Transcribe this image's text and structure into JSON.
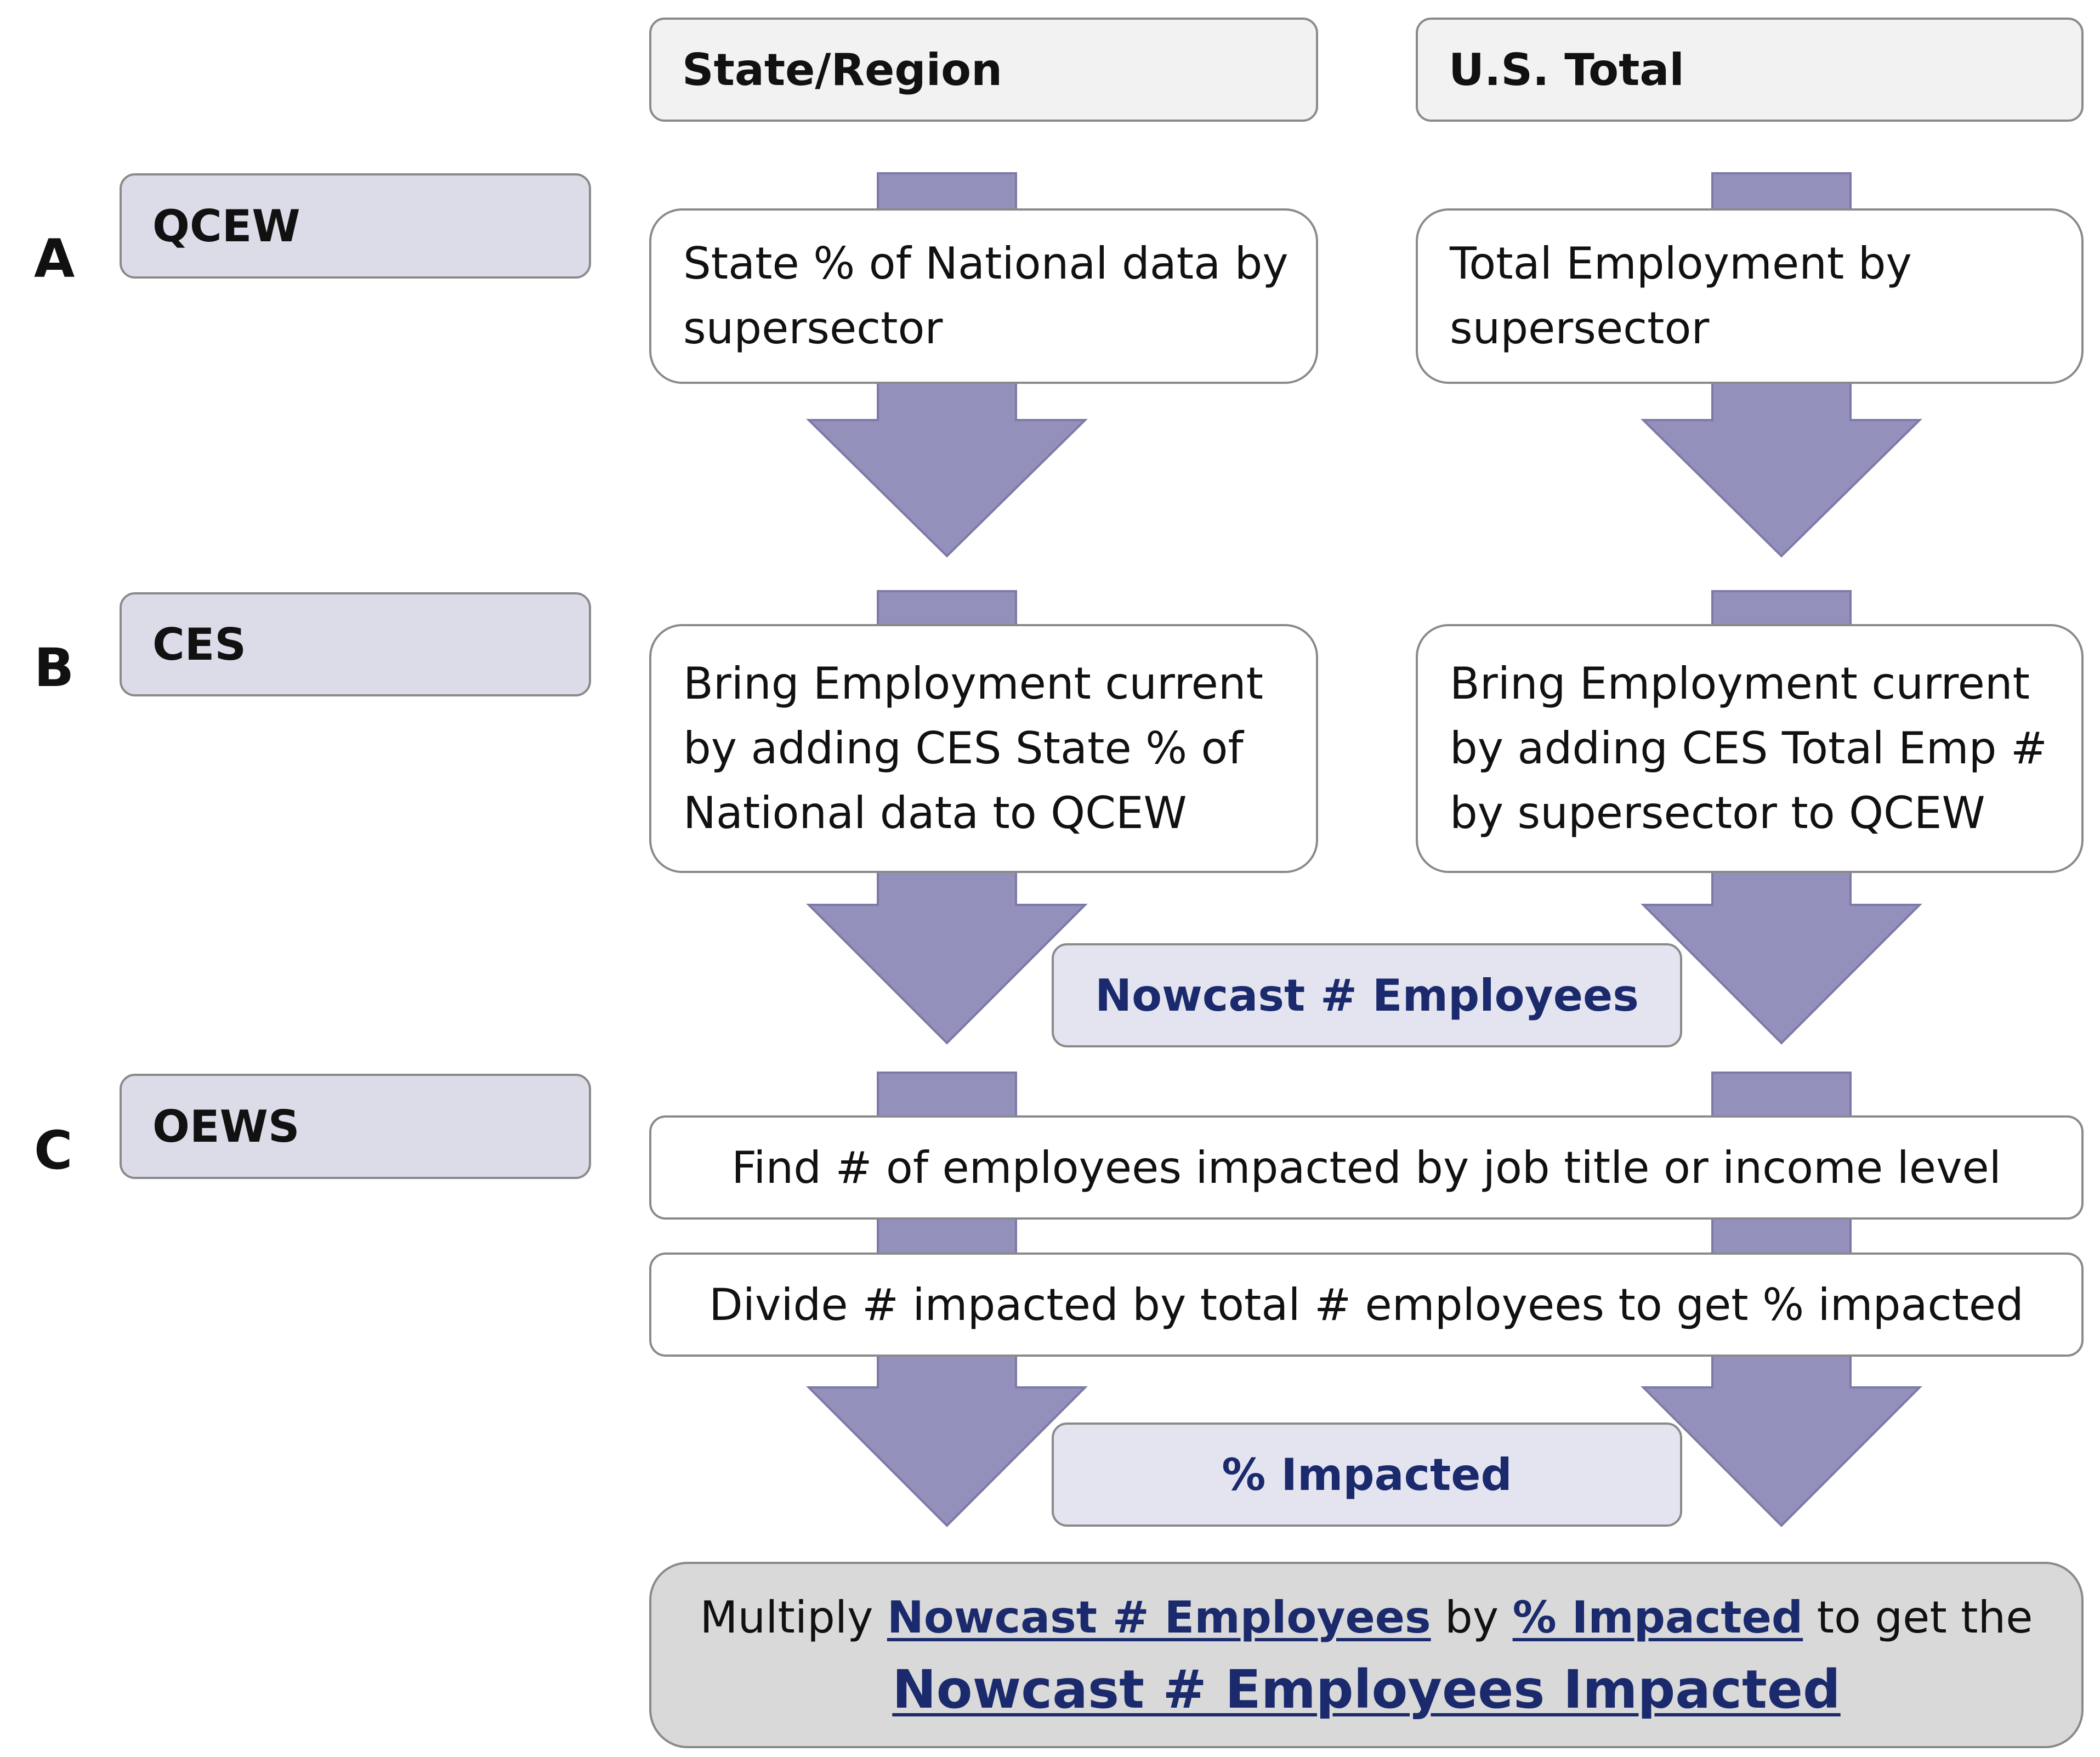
{
  "headers": {
    "state": "State/Region",
    "us": "U.S. Total"
  },
  "rows": [
    {
      "letter": "A",
      "source": "QCEW"
    },
    {
      "letter": "B",
      "source": "CES"
    },
    {
      "letter": "C",
      "source": "OEWS"
    }
  ],
  "steps": {
    "a_state": "State % of National data by supersector",
    "a_us": "Total Employment by supersector",
    "b_state": "Bring Employment current by adding CES State % of National data to QCEW",
    "b_us": "Bring Employment current by adding CES Total Emp # by supersector to QCEW",
    "c_find": "Find # of employees impacted by job title or income level",
    "c_divide": "Divide # impacted by total # employees to get % impacted"
  },
  "tags": {
    "nowcast": "Nowcast # Employees",
    "impacted": "% Impacted"
  },
  "final": {
    "prefix": "Multiply ",
    "term1": "Nowcast # Employees",
    "mid": " by ",
    "term2": "% Impacted",
    "suffix": " to get the",
    "result": "Nowcast # Employees Impacted"
  },
  "colors": {
    "arrow": "#9391bb",
    "arrow_stroke": "#7c7aa6",
    "source_fill": "#dcdce9",
    "tag_fill": "#e4e4f1",
    "tag_text": "#1a2a6c",
    "final_fill": "#d9d9d9",
    "header_fill": "#f2f2f2"
  }
}
